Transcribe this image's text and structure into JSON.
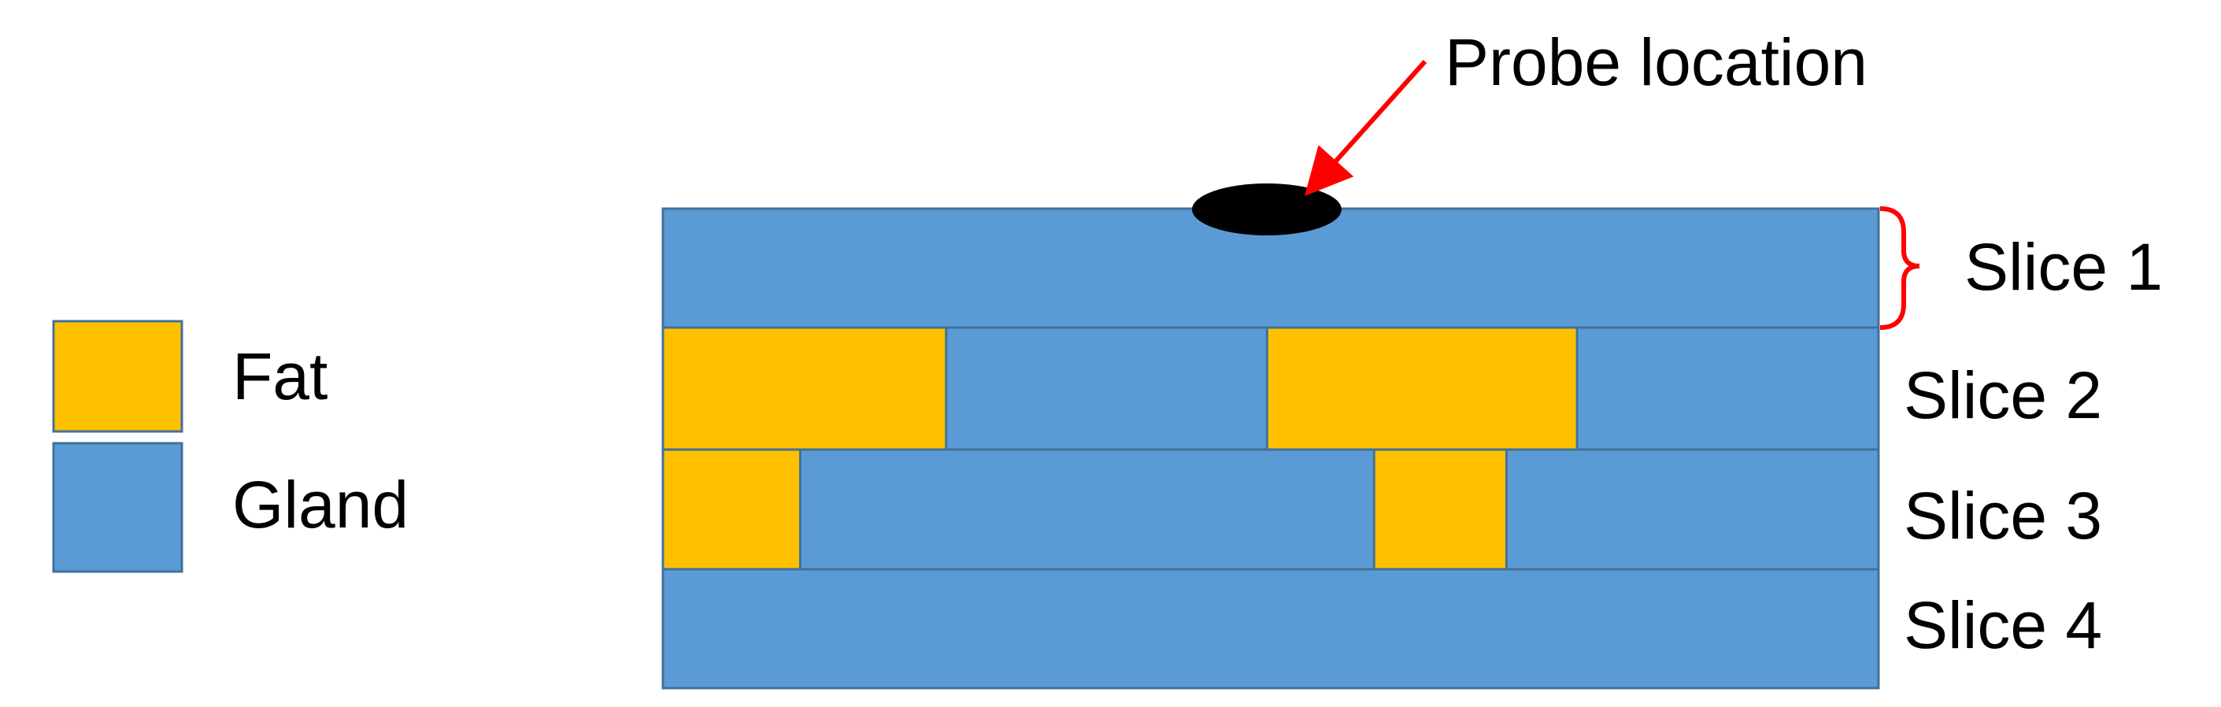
{
  "colors": {
    "fat": "#FFC000",
    "gland": "#5B9BD5",
    "border": "#41719C",
    "annotation": "#FF0000",
    "probe": "#000000",
    "text": "#000000"
  },
  "legend": {
    "items": [
      {
        "label": "Fat",
        "color": "#FFC000"
      },
      {
        "label": "Gland",
        "color": "#5B9BD5"
      }
    ]
  },
  "probe": {
    "label": "Probe location"
  },
  "slices": [
    {
      "label": "Slice 1",
      "fat_segments": []
    },
    {
      "label": "Slice 2",
      "fat_segments": [
        [
          0.0,
          0.233
        ],
        [
          0.497,
          0.752
        ]
      ]
    },
    {
      "label": "Slice 3",
      "fat_segments": [
        [
          0.0,
          0.113
        ],
        [
          0.585,
          0.694
        ]
      ]
    },
    {
      "label": "Slice 4",
      "fat_segments": []
    }
  ]
}
